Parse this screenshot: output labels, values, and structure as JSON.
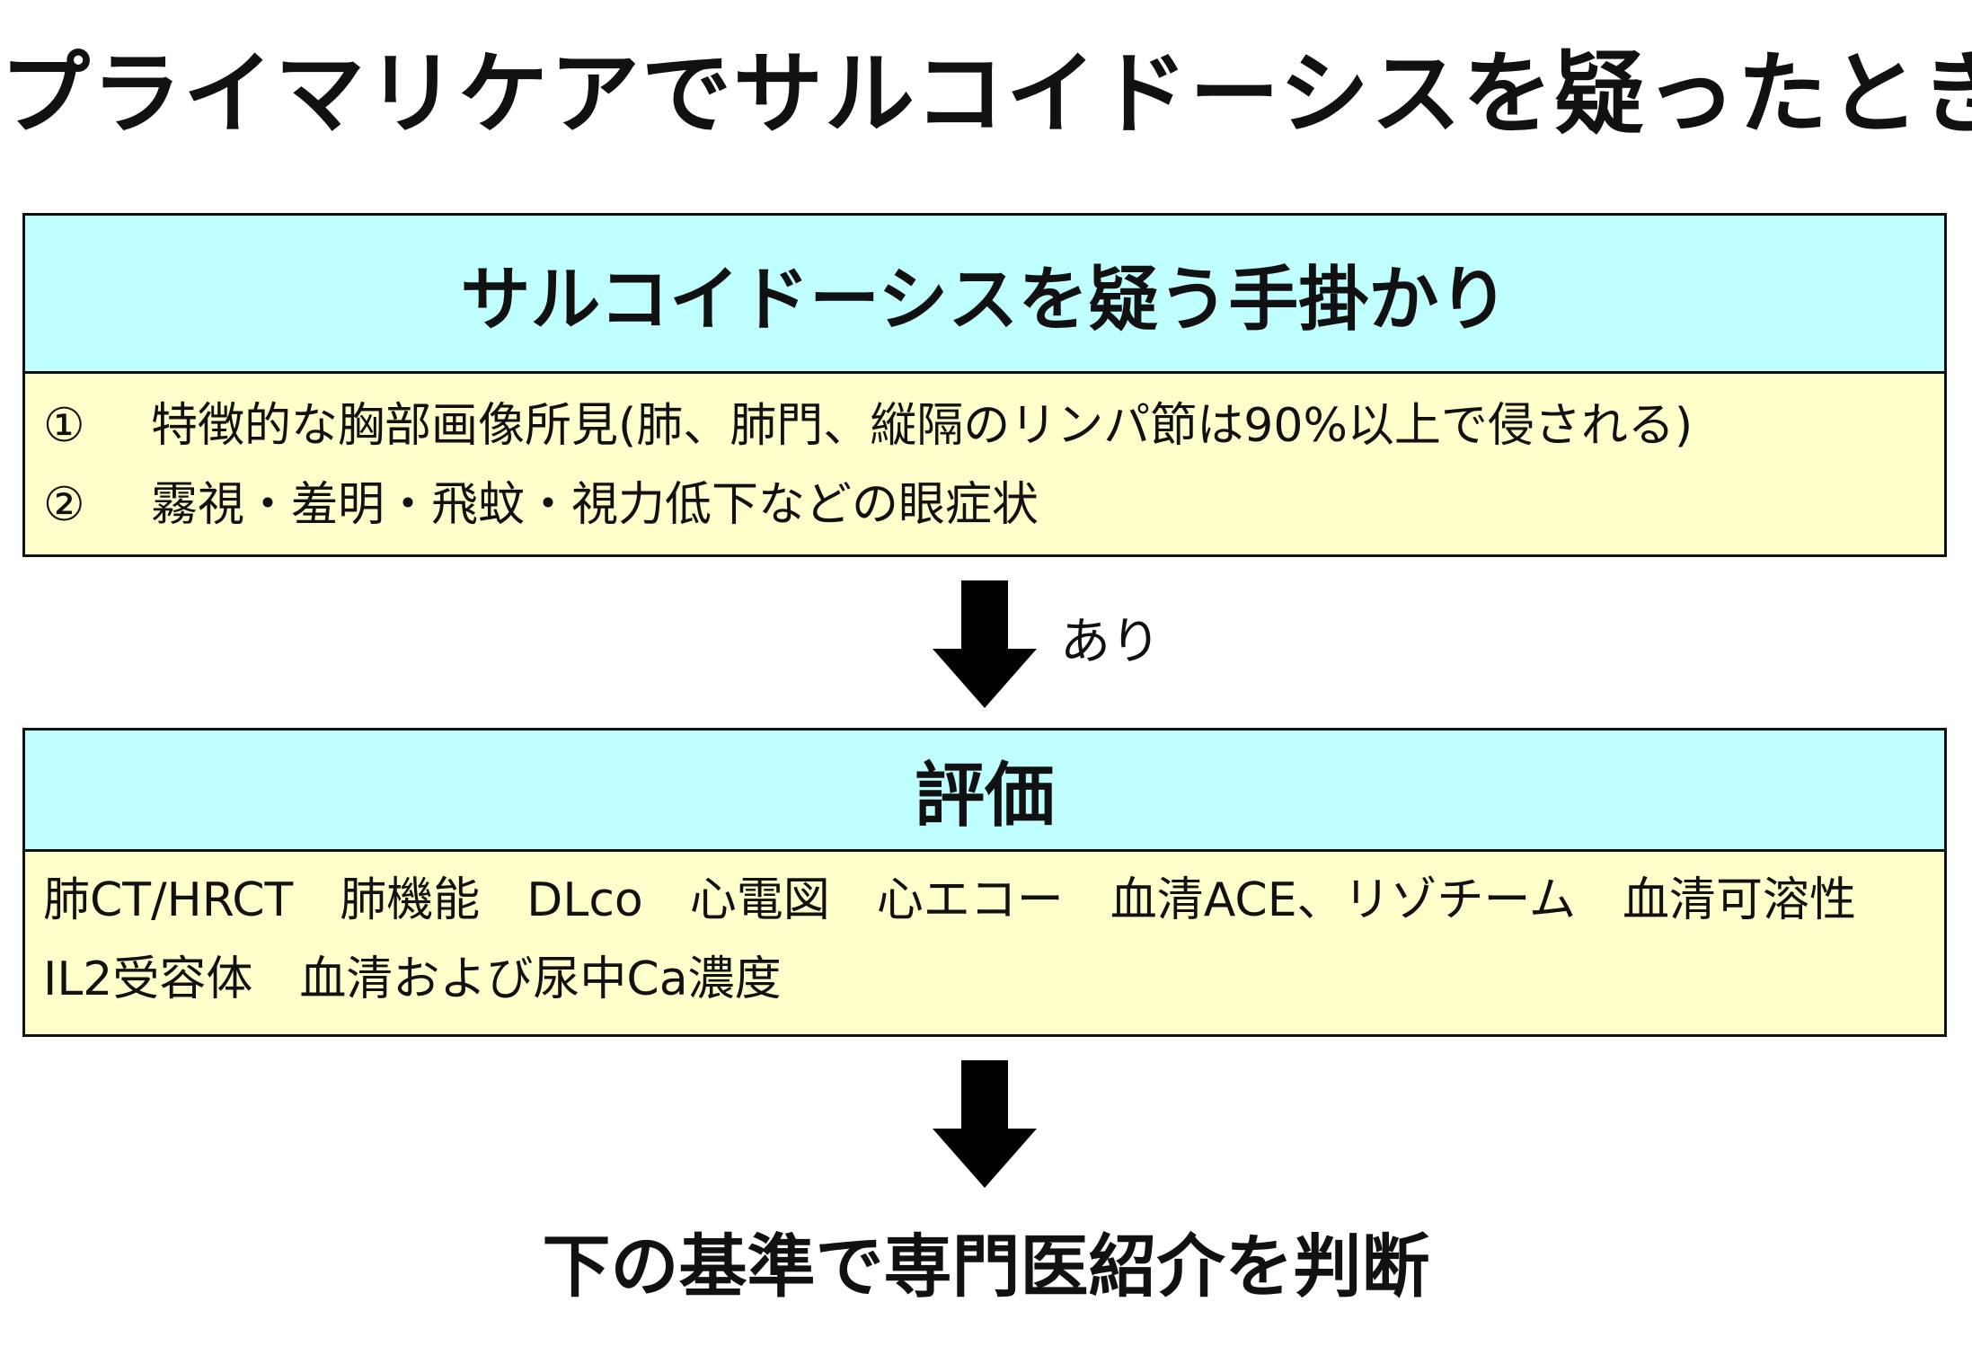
{
  "title": "プライマリケアでサルコイドーシスを疑ったとき",
  "clues_box": {
    "heading": "サルコイドーシスを疑う手掛かり",
    "items": [
      {
        "marker": "①",
        "text": "特徴的な胸部画像所見(肺、肺門、縦隔のリンパ節は90%以上で侵される)"
      },
      {
        "marker": "②",
        "text": "霧視・羞明・飛蚊・視力低下などの眼症状"
      }
    ]
  },
  "arrow_label": "あり",
  "evaluation_box": {
    "heading": "評価",
    "text": "肺CT/HRCT　肺機能　DLco　心電図　心エコー　血清ACE、リゾチーム　血清可溶性IL2受容体　血清および尿中Ca濃度"
  },
  "conclusion": "下の基準で専門医紹介を判断",
  "colors": {
    "header_bg": "#bfffff",
    "body_bg": "#ffffcc",
    "border": "#111111",
    "arrow": "#000000"
  }
}
